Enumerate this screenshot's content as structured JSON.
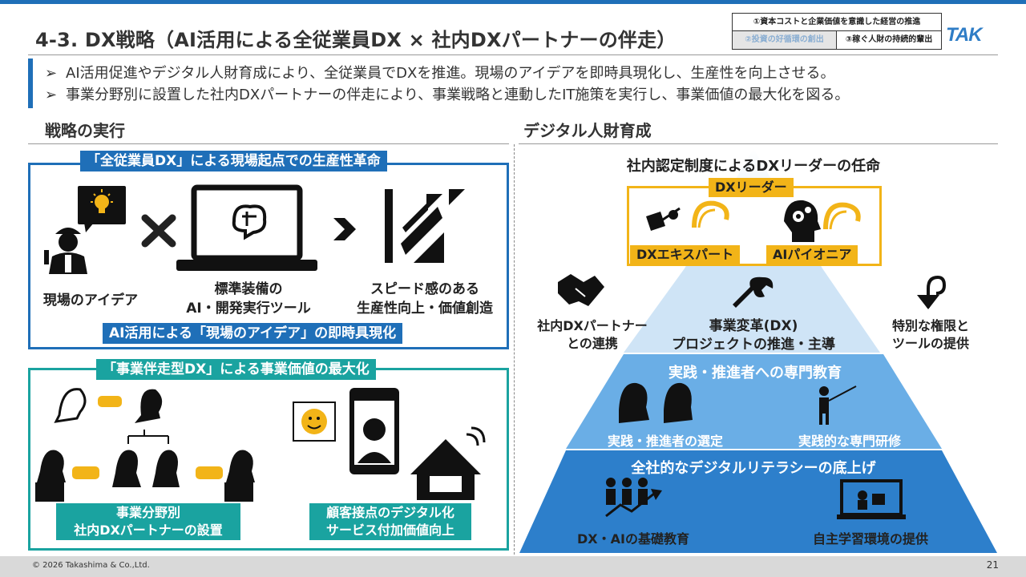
{
  "header": {
    "title": "4-3. DX戦略（AI活用による全従業員DX × 社内DXパートナーの伴走）",
    "policy": {
      "row1": "①資本コストと企業価値を意識した経営の推進",
      "row2_left": "②投資の好循環の創出",
      "row2_right": "③稼ぐ人財の持続的輩出"
    },
    "logo": "TAK"
  },
  "bullets": [
    "AI活用促進やデジタル人財育成により、全従業員でDXを推進。現場のアイデアを即時具現化し、生産性を向上させる。",
    "事業分野別に設置した社内DXパートナーの伴走により、事業戦略と連動したIT施策を実行し、事業価値の最大化を図る。"
  ],
  "bullet_mark": "➢",
  "left": {
    "title": "戦略の実行",
    "box1": {
      "tag": "「全従業員DX」による現場起点での生産性革命",
      "item1": "現場のアイデア",
      "item2_line1": "標準装備の",
      "item2_line2": "AI・開発実行ツール",
      "item3_line1": "スピード感のある",
      "item3_line2": "生産性向上・価値創造",
      "footer_tag": "AI活用による「現場のアイデア」の即時具現化"
    },
    "box2": {
      "tag": "「事業伴走型DX」による事業価値の最大化",
      "label1_line1": "事業分野別",
      "label1_line2": "社内DXパートナーの設置",
      "label2_line1": "顧客接点のデジタル化",
      "label2_line2": "サービス付加価値向上"
    }
  },
  "right": {
    "title": "デジタル人財育成",
    "pyramid_title": "社内認定制度によるDXリーダーの任命",
    "leader": {
      "tag": "DXリーダー",
      "expert": "DXエキスパート",
      "pioneer": "AIパイオニア"
    },
    "partner_line1": "社内DXパートナー",
    "partner_line2": "との連携",
    "project_line1": "事業変革(DX)",
    "project_line2": "プロジェクトの推進・主導",
    "authority_line1": "特別な権限と",
    "authority_line2": "ツールの提供",
    "tier2": {
      "title": "実践・推進者への専門教育",
      "left": "実践・推進者の選定",
      "right": "実践的な専門研修"
    },
    "tier3": {
      "title": "全社的なデジタルリテラシーの底上げ",
      "left": "DX・AIの基礎教育",
      "right": "自主学習環境の提供"
    }
  },
  "colors": {
    "blue": "#1f6fb8",
    "teal": "#1aa3a0",
    "gold": "#f2b418"
  },
  "footer": {
    "copyright": "© 2026  Takashima & Co.,Ltd.",
    "page": "21"
  }
}
